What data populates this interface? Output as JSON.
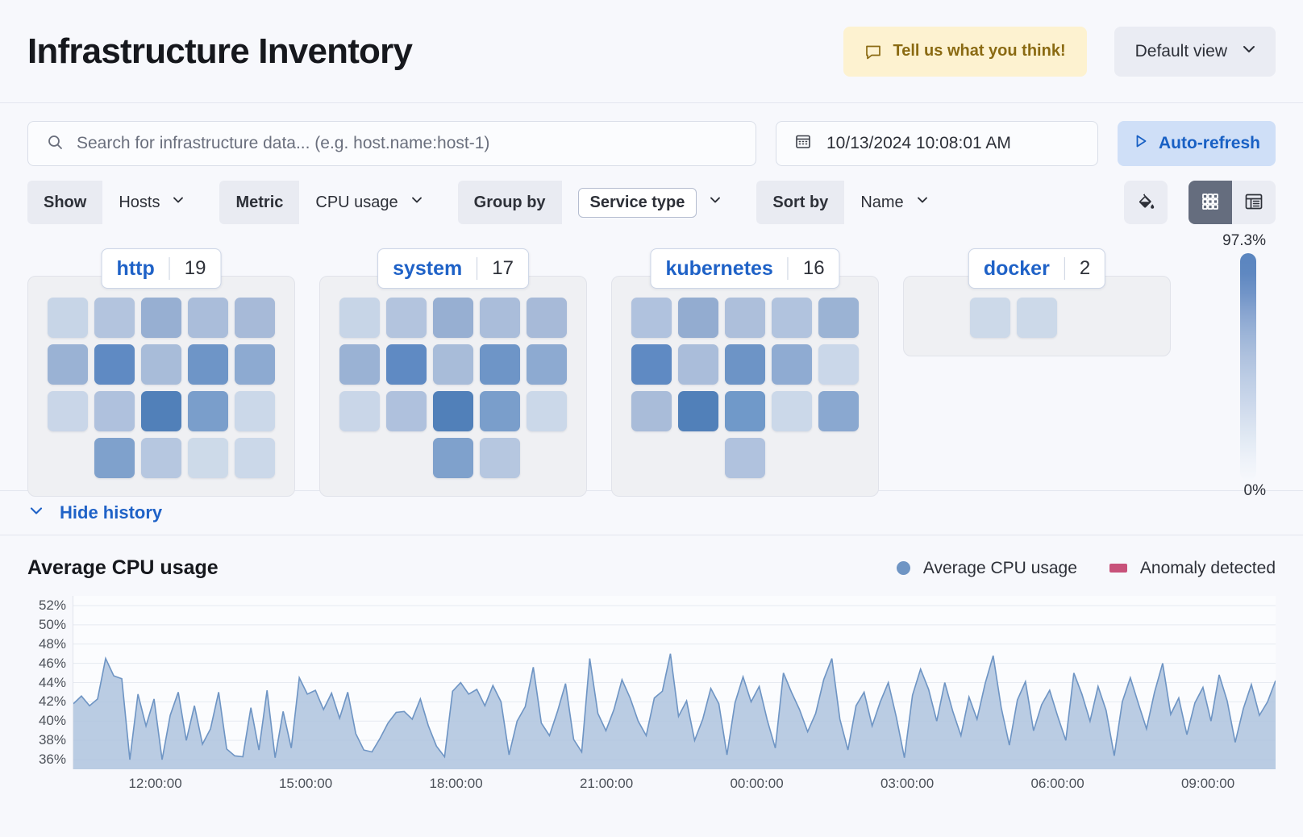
{
  "header": {
    "title": "Infrastructure Inventory",
    "feedback_label": "Tell us what you think!",
    "feedback_icon": "comment-icon",
    "view_label": "Default view",
    "view_icon": "chevron-down-icon",
    "feedback_bg": "#fdf2d0",
    "feedback_fg": "#8a6a12"
  },
  "search": {
    "placeholder": "Search for infrastructure data... (e.g. host.name:host-1)",
    "value": "",
    "icon": "search-icon"
  },
  "datepicker": {
    "value": "10/13/2024 10:08:01 AM",
    "icon": "calendar-icon"
  },
  "autorefresh": {
    "label": "Auto-refresh",
    "icon": "play-icon",
    "bg": "#cfdff7",
    "fg": "#1860c4"
  },
  "filters": [
    {
      "label": "Show",
      "value": "Hosts",
      "boxed": false
    },
    {
      "label": "Metric",
      "value": "CPU usage",
      "boxed": false
    },
    {
      "label": "Group by",
      "value": "Service type",
      "boxed": true
    },
    {
      "label": "Sort by",
      "value": "Name",
      "boxed": false
    }
  ],
  "toolbar_icons": {
    "palette": "paint-bucket-icon",
    "grid_view": "grid-view-icon",
    "table_view": "table-view-icon",
    "active_view": "grid"
  },
  "legend": {
    "top_label": "97.3%",
    "bottom_label": "0%",
    "high_color": "#5a85bf",
    "low_color": "#f6f8fc"
  },
  "groups": [
    {
      "name": "http",
      "count": "19",
      "rows": [
        [
          "#c7d5e7",
          "#b3c4de",
          "#97afd2",
          "#aabdda",
          "#a7bad8"
        ],
        [
          "#9ab2d4",
          "#5f8ac3",
          "#a8bcd9",
          "#6e95c7",
          "#8daad1"
        ],
        [
          "#c9d6e8",
          "#afc1dd",
          "#5180b9",
          "#7a9ecb",
          "#cbd8e9"
        ],
        [
          "",
          "#7fa1cc",
          "#b6c7e0",
          "#cddae9",
          "#cbd8e9"
        ]
      ]
    },
    {
      "name": "system",
      "count": "17",
      "rows": [
        [
          "#c7d5e7",
          "#b3c4de",
          "#97afd2",
          "#aabdda",
          "#a7bad8"
        ],
        [
          "#9ab2d4",
          "#5f8ac3",
          "#a8bcd9",
          "#6e95c7",
          "#8daad1"
        ],
        [
          "#c9d6e8",
          "#afc1dd",
          "#5180b9",
          "#7a9ecb",
          "#cbd8e9"
        ],
        [
          "",
          "",
          "#7fa1cc",
          "#b6c7e0",
          ""
        ]
      ]
    },
    {
      "name": "kubernetes",
      "count": "16",
      "rows": [
        [
          "#b0c2de",
          "#93acd0",
          "#adbfdb",
          "#b1c3de",
          "#9bb3d4"
        ],
        [
          "#5f8ac3",
          "#aabdda",
          "#6d94c6",
          "#8fabd2",
          "#cad7e9"
        ],
        [
          "#a9bcd9",
          "#5180b9",
          "#7099c9",
          "#cbd8e9",
          "#8aa8d0"
        ],
        [
          "",
          "",
          "#b0c2de",
          "",
          ""
        ]
      ]
    },
    {
      "name": "docker",
      "count": "2",
      "rows": [
        [
          "",
          "#ccd9e9",
          "#ccd9e9",
          "",
          ""
        ]
      ]
    }
  ],
  "history": {
    "toggle_label": "Hide history",
    "toggle_icon": "chevron-down-icon"
  },
  "chart_data": {
    "type": "area",
    "title": "Average CPU usage",
    "xlabel": "",
    "ylabel": "",
    "ylim": [
      35,
      53
    ],
    "grid": true,
    "legend_position": "top-right",
    "legend": [
      {
        "name": "Average CPU usage",
        "color": "#6f95c4",
        "marker": "circle"
      },
      {
        "name": "Anomaly detected",
        "color": "#c8527a",
        "marker": "square"
      }
    ],
    "ytick_labels": [
      "52%",
      "50%",
      "48%",
      "46%",
      "44%",
      "42%",
      "40%",
      "38%",
      "36%"
    ],
    "ytick_values": [
      52,
      50,
      48,
      46,
      44,
      42,
      40,
      38,
      36
    ],
    "xtick_labels": [
      "12:00:00",
      "15:00:00",
      "18:00:00",
      "21:00:00",
      "00:00:00",
      "03:00:00",
      "06:00:00",
      "09:00:00"
    ],
    "series": [
      {
        "name": "Average CPU usage",
        "color": "#6f95c4",
        "fill": "#aec3de",
        "values": [
          41.8,
          42.6,
          41.6,
          42.3,
          46.5,
          44.7,
          44.4,
          36.0,
          42.8,
          39.5,
          42.3,
          36.0,
          40.6,
          43.0,
          38.0,
          41.6,
          37.6,
          39.2,
          43.0,
          37.1,
          36.4,
          36.3,
          41.4,
          37.0,
          43.2,
          36.2,
          41.0,
          37.2,
          44.5,
          42.8,
          43.2,
          41.2,
          42.9,
          40.3,
          43.0,
          38.7,
          37.0,
          36.8,
          38.2,
          39.8,
          40.9,
          41.0,
          40.2,
          42.3,
          39.5,
          37.4,
          36.3,
          43.1,
          44.0,
          42.8,
          43.3,
          41.6,
          43.7,
          42.0,
          36.5,
          40.0,
          41.5,
          45.6,
          39.8,
          38.5,
          41.0,
          43.9,
          38.1,
          36.8,
          46.5,
          40.8,
          39.0,
          41.2,
          44.3,
          42.4,
          40.0,
          38.5,
          42.4,
          43.1,
          47.0,
          40.5,
          42.1,
          38.0,
          40.2,
          43.4,
          41.8,
          36.5,
          41.9,
          44.6,
          42.0,
          43.6,
          40.1,
          37.2,
          45.0,
          43.0,
          41.2,
          38.9,
          40.8,
          44.3,
          46.5,
          40.2,
          37.0,
          41.6,
          43.0,
          39.5,
          42.0,
          44.0,
          40.4,
          36.2,
          42.7,
          45.4,
          43.3,
          40.0,
          44.0,
          41.0,
          38.5,
          42.5,
          40.2,
          43.9,
          46.8,
          41.4,
          37.5,
          42.2,
          44.1,
          39.0,
          41.7,
          43.2,
          40.5,
          38.0,
          45.0,
          42.8,
          40.0,
          43.6,
          41.1,
          36.4,
          42.0,
          44.5,
          41.8,
          39.2,
          43.0,
          46.0,
          40.7,
          42.4,
          38.6,
          41.9,
          43.5,
          40.0,
          44.8,
          42.1,
          37.8,
          41.3,
          43.8,
          40.6,
          42.0,
          44.2
        ]
      }
    ]
  }
}
